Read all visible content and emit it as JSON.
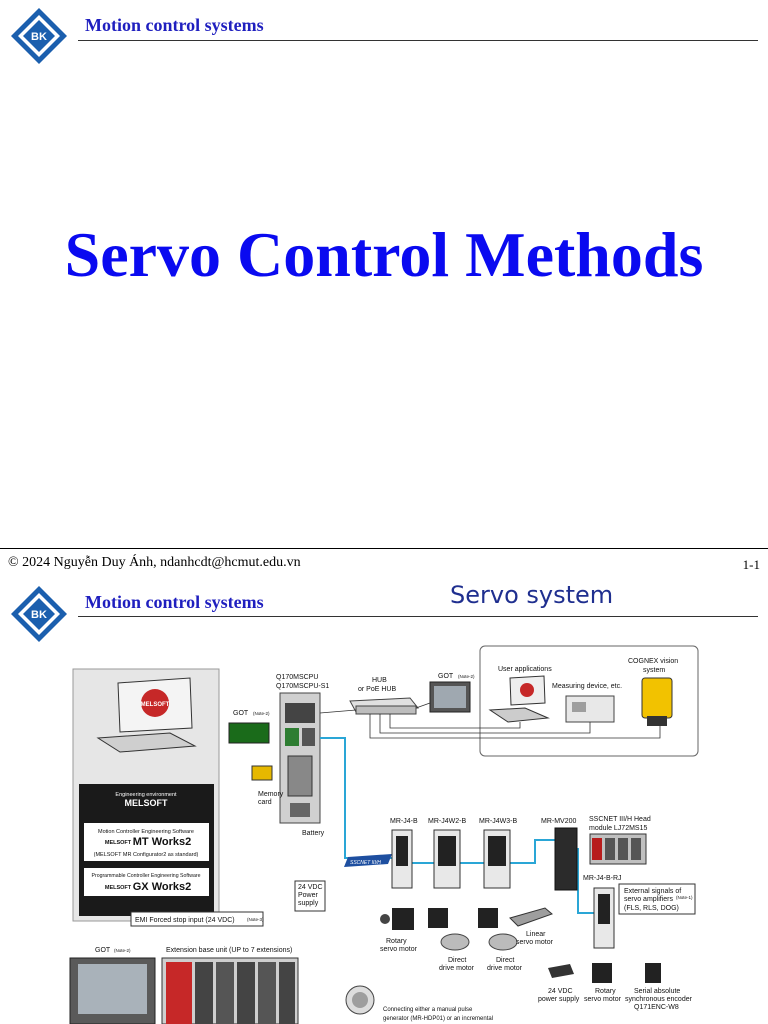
{
  "slide1": {
    "header_title": "Motion control systems",
    "logo_text": "BK",
    "main_title": "Servo Control Methods"
  },
  "footer": {
    "copyright": "© 2024 Nguyễn Duy Ánh, ndanhcdt@hcmut.edu.vn",
    "page_number": "1-1"
  },
  "slide2": {
    "header_title": "Motion control systems",
    "logo_text": "BK",
    "title": "Servo system",
    "diagram": {
      "melsoft_logo": "MELSOFT",
      "engineering_env_label": "Engineering environment",
      "engineering_env_name": "MELSOFT",
      "mt_works_line1": "Motion Controller Engineering Software",
      "mt_works_prefix": "MELSOFT",
      "mt_works_name": "MT Works2",
      "mt_works_note": "(MELSOFT MR Configurator2 as standard)",
      "gx_works_line1": "Programmable Controller Engineering Software",
      "gx_works_prefix": "MELSOFT",
      "gx_works_name": "GX Works2",
      "cpu_label_1": "Q170MSCPU",
      "cpu_label_2": "Q170MSCPU-S1",
      "got_top_label": "GOT",
      "got_top_note": "(Note-2)",
      "hub_label_1": "HUB",
      "hub_label_2": "or PoE HUB",
      "got_right_label": "GOT",
      "got_right_note": "(Note-2)",
      "user_apps_label": "User applications",
      "measuring_label": "Measuring device, etc.",
      "cognex_label_1": "COGNEX vision",
      "cognex_label_2": "system",
      "memory_card_1": "Memory",
      "memory_card_2": "card",
      "battery_label": "Battery",
      "power_24_1": "24 VDC",
      "power_24_2": "Power",
      "power_24_3": "supply",
      "emi_label": "EMI Forced stop input (24 VDC)",
      "emi_note": "(Note-3)",
      "amp1": "MR-J4-B",
      "amp2": "MR-J4W2-B",
      "amp3": "MR-J4W3-B",
      "mv200": "MR-MV200",
      "sscnet_head_1": "SSCNET III/H Head",
      "sscnet_head_2": "module LJ72MS15",
      "amp_rj": "MR-J4-B-RJ",
      "ext_signals_1": "External signals of",
      "ext_signals_2": "servo amplifiers",
      "ext_signals_note": "(Note-1)",
      "ext_signals_3": "(FLS, RLS, DOG)",
      "sscnet_badge": "SSCNET III/H",
      "rotary_motor_1": "Rotary",
      "rotary_motor_2": "servo motor",
      "direct_drive_1a": "Direct",
      "direct_drive_1b": "drive motor",
      "direct_drive_2a": "Direct",
      "direct_drive_2b": "drive motor",
      "linear_motor_1": "Linear",
      "linear_motor_2": "servo motor",
      "vdc_power_1": "24 VDC",
      "vdc_power_2": "power supply",
      "rotary_motor_b1": "Rotary",
      "rotary_motor_b2": "servo motor",
      "serial_enc_1": "Serial absolute",
      "serial_enc_2": "synchronous encoder",
      "serial_enc_3": "Q171ENC-W8",
      "got_bottom_label": "GOT",
      "got_bottom_note": "(Note-2)",
      "ext_base_label": "Extension base unit (UP to 7 extensions)",
      "manual_pulse_1": "Connecting either a manual pulse",
      "manual_pulse_2": "generator (MR-HDP01) or an incremental"
    }
  },
  "colors": {
    "header_blue": "#1f1fbf",
    "title_blue": "#0a0af0",
    "slide2_title": "#1f2f8f",
    "sscnet_cyan": "#2aa6d6",
    "logo_blue": "#1b5fae"
  }
}
